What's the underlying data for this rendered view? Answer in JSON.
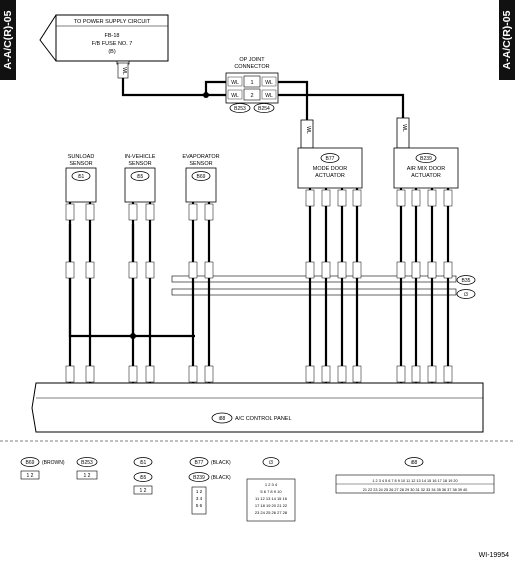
{
  "side_tab": "A-A/C(R)-05",
  "figure_id": "WI-19954",
  "power_box": {
    "line1": "TO POWER SUPPLY CIRCUIT",
    "line2": "FB-18",
    "line3": "F/B FUSE NO. 7",
    "line4": "(B)"
  },
  "wire_wl": "WL",
  "joint": {
    "title1": "OP JOINT",
    "title2": "CONNECTOR",
    "pin1": "1",
    "pin2": "2",
    "ref_a": "B253",
    "ref_b": "B254"
  },
  "sensors": {
    "sunload": {
      "name1": "SUNLOAD",
      "name2": "SENSOR",
      "id": "i51"
    },
    "invehicle": {
      "name1": "IN-VEHICLE",
      "name2": "SENSOR",
      "id": "i55"
    },
    "evaporator": {
      "name1": "EVAPORATOR",
      "name2": "SENSOR",
      "id": "B69"
    }
  },
  "actuators": {
    "mode": {
      "id": "B77",
      "name1": "MODE DOOR",
      "name2": "ACTUATOR"
    },
    "airmix": {
      "id": "B239",
      "name1": "AIR MIX DOOR",
      "name2": "ACTUATOR"
    }
  },
  "connectors": {
    "b35": "B35",
    "i3": "i3"
  },
  "control_panel": {
    "id": "i88",
    "label": "A/C CONTROL PANEL"
  },
  "legend": {
    "b69": {
      "id": "B69",
      "note": "(BROWN)"
    },
    "b253": {
      "id": "B253"
    },
    "i51": {
      "id": "i51"
    },
    "i55": {
      "id": "i55"
    },
    "b77": {
      "id": "B77",
      "note": "(BLACK)"
    },
    "b239": {
      "id": "B239",
      "note": "(BLACK)"
    },
    "i3": {
      "id": "i3"
    },
    "i88": {
      "id": "i88"
    }
  }
}
